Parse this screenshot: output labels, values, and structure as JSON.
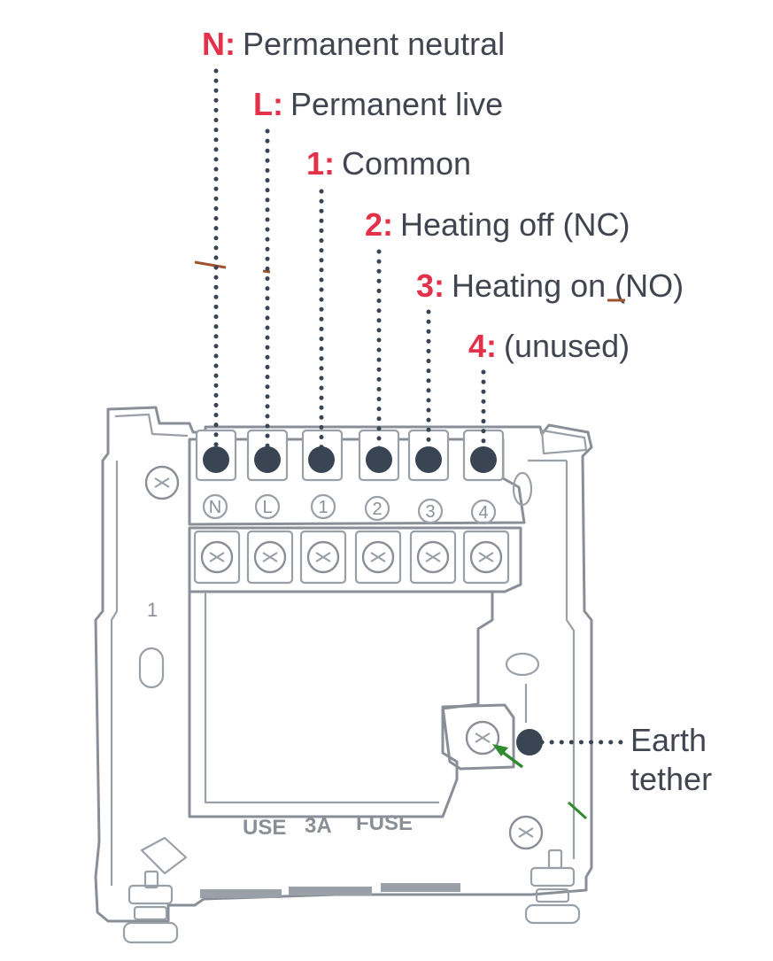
{
  "terminals": [
    {
      "key": "N",
      "number_label": "N:",
      "description": "Permanent neutral",
      "symbol": "N"
    },
    {
      "key": "L",
      "number_label": "L:",
      "description": "Permanent live",
      "symbol": "L"
    },
    {
      "key": "1",
      "number_label": "1:",
      "description": "Common",
      "symbol": "1"
    },
    {
      "key": "2",
      "number_label": "2:",
      "description": "Heating off (NC)",
      "symbol": "2"
    },
    {
      "key": "3",
      "number_label": "3:",
      "description": "Heating on (NO)",
      "symbol": "3"
    },
    {
      "key": "4",
      "number_label": "4:",
      "description": "(unused)",
      "symbol": "4"
    }
  ],
  "earth": {
    "line1": "Earth",
    "line2": "tether"
  },
  "board_text": {
    "fuse_use": "USE",
    "fuse_rating": "3A",
    "fuse_word": "FUSE",
    "side_mark": "1"
  },
  "colors": {
    "label_accent": "#e3314a",
    "label_text": "#404550",
    "connector_dot": "#3a4554",
    "board_outline": "#8a8f97",
    "arrow_green": "#2e8b2e"
  }
}
